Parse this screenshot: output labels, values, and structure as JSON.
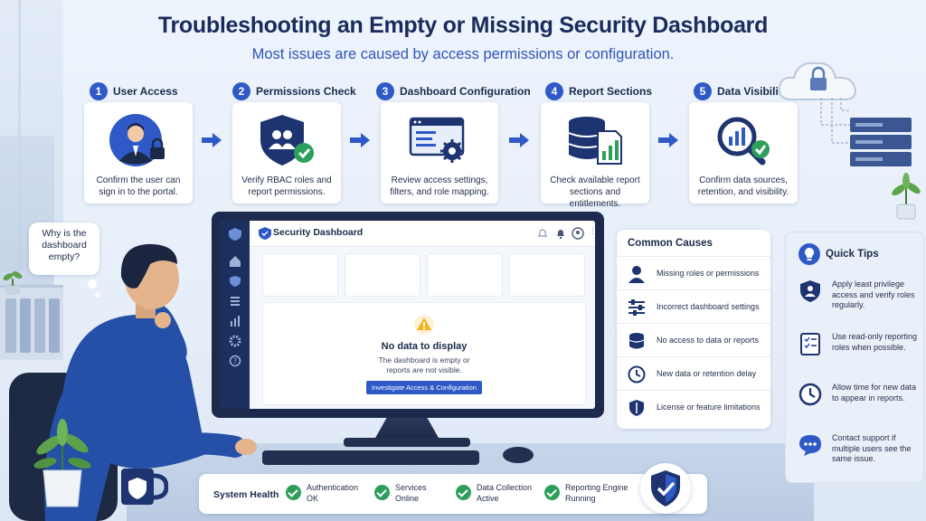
{
  "title": "Troubleshooting an Empty or Missing Security Dashboard",
  "subtitle": "Most issues are caused by access permissions or configuration.",
  "steps": [
    {
      "num": "1",
      "label": "User Access",
      "desc": "Confirm the user can sign in to the portal."
    },
    {
      "num": "2",
      "label": "Permissions Check",
      "desc": "Verify RBAC roles and report permissions."
    },
    {
      "num": "3",
      "label": "Dashboard Configuration",
      "desc": "Review access settings, filters, and role mapping."
    },
    {
      "num": "4",
      "label": "Report Sections",
      "desc": "Check available report sections and entitlements."
    },
    {
      "num": "5",
      "label": "Data Visibility",
      "desc": "Confirm data sources, retention, and visibility."
    }
  ],
  "bubble": "Why is the dashboard empty?",
  "dashboard": {
    "title": "Security Dashboard",
    "empty_title": "No data to display",
    "empty_desc": "The dashboard is empty or reports are not visible.",
    "cta": "Investigate Access & Configuration"
  },
  "causes": {
    "title": "Common Causes",
    "items": [
      {
        "icon": "user-icon",
        "text": "Missing roles or permissions"
      },
      {
        "icon": "sliders-icon",
        "text": "Incorrect dashboard settings"
      },
      {
        "icon": "database-icon",
        "text": "No access to data or reports"
      },
      {
        "icon": "clock-icon",
        "text": "New data or retention delay"
      },
      {
        "icon": "shield-icon",
        "text": "License or feature limitations"
      }
    ]
  },
  "tips": {
    "title": "Quick Tips",
    "items": [
      {
        "icon": "shield-user-icon",
        "text": "Apply least privilege access and verify roles regularly."
      },
      {
        "icon": "checklist-icon",
        "text": "Use read-only reporting roles when possible."
      },
      {
        "icon": "clock-icon",
        "text": "Allow time for new data to appear in reports."
      },
      {
        "icon": "chat-icon",
        "text": "Contact support if multiple users see the same issue."
      }
    ]
  },
  "health": {
    "title": "System Health",
    "items": [
      {
        "line1": "Authentication",
        "line2": "OK"
      },
      {
        "line1": "Services",
        "line2": "Online"
      },
      {
        "line1": "Data Collection",
        "line2": "Active"
      },
      {
        "line1": "Reporting Engine",
        "line2": "Running"
      }
    ]
  },
  "colors": {
    "primary": "#2f59c7",
    "navy": "#1d2a4d",
    "success": "#2e9e5b",
    "warning": "#f2b21d"
  }
}
